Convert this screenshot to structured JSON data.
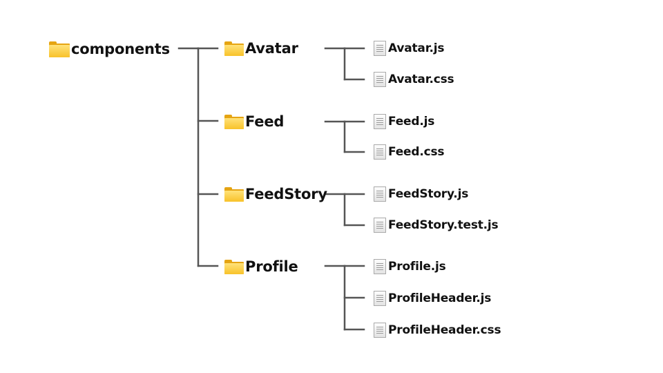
{
  "colors": {
    "connector": "#555555",
    "folder": "#f8c22a",
    "text": "#111111"
  },
  "icons": {
    "folder": "folder-icon",
    "file": "file-icon"
  },
  "tree": {
    "root": {
      "label": "components"
    },
    "folders": [
      {
        "label": "Avatar",
        "files": [
          "Avatar.js",
          "Avatar.css"
        ]
      },
      {
        "label": "Feed",
        "files": [
          "Feed.js",
          "Feed.css"
        ]
      },
      {
        "label": "FeedStory",
        "files": [
          "FeedStory.js",
          "FeedStory.test.js"
        ]
      },
      {
        "label": "Profile",
        "files": [
          "Profile.js",
          "ProfileHeader.js",
          "ProfileHeader.css"
        ]
      }
    ]
  }
}
